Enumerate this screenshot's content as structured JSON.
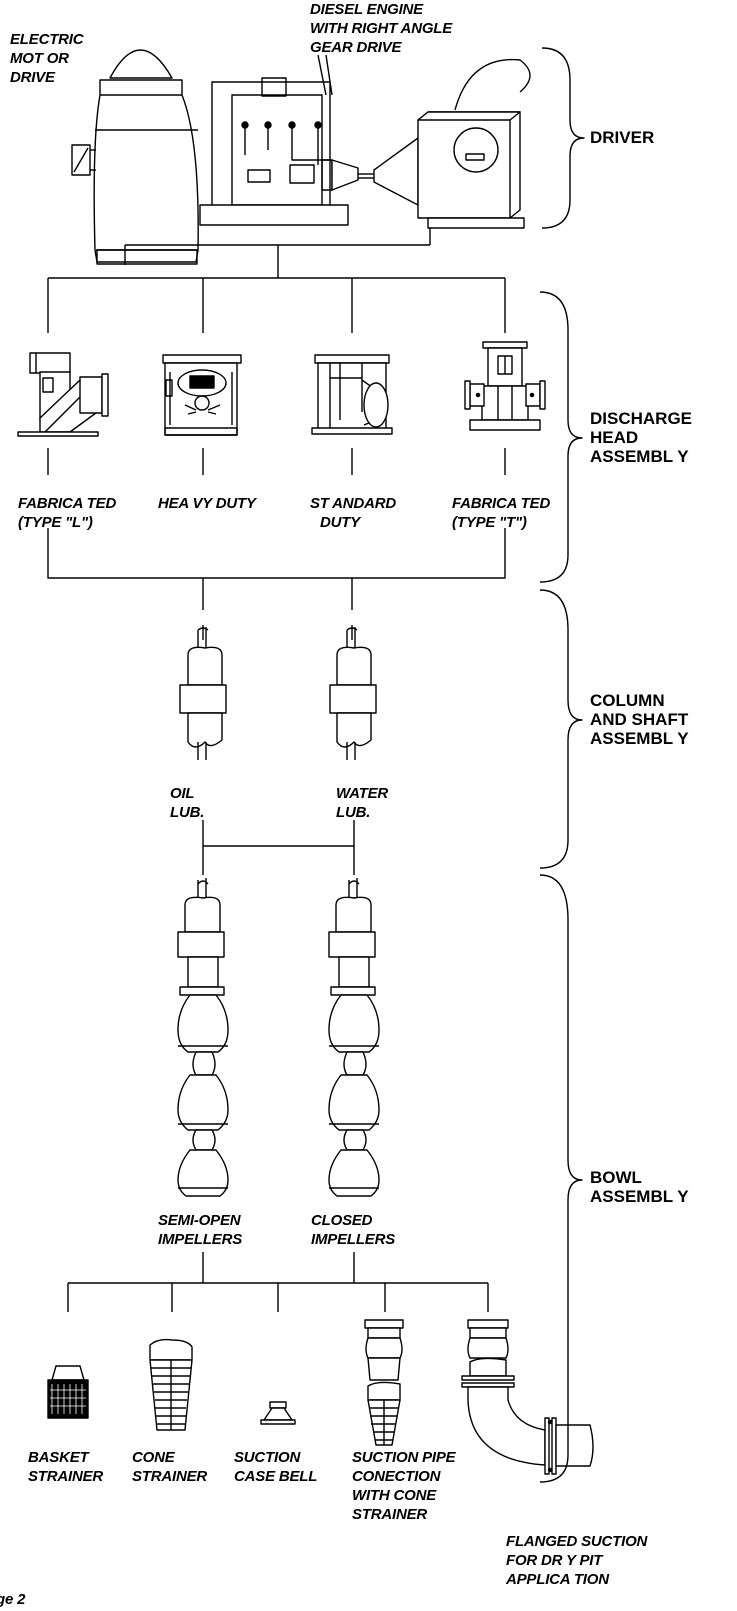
{
  "drivers": {
    "electric": [
      "ELECTRIC",
      "MOT OR",
      "DRIVE"
    ],
    "diesel": [
      "DIESEL  ENGINE",
      "WITH  RIGHT  ANGLE",
      "GEAR  DRIVE"
    ]
  },
  "discharge_heads": {
    "fab_l": [
      "FABRICA TED",
      "(TYPE  \"L\")"
    ],
    "heavy": [
      "HEA VY  DUTY"
    ],
    "standard": [
      "ST ANDARD",
      "DUTY"
    ],
    "fab_t": [
      "FABRICA TED",
      "(TYPE  \"T\")"
    ]
  },
  "column": {
    "oil": [
      "OIL",
      "LUB."
    ],
    "water": [
      "WATER",
      "LUB."
    ]
  },
  "bowl": {
    "semi": [
      "SEMI-OPEN",
      "IMPELLERS"
    ],
    "closed": [
      "CLOSED",
      "IMPELLERS"
    ]
  },
  "suction": {
    "basket": [
      "BASKET",
      "STRAINER"
    ],
    "cone": [
      "CONE",
      "STRAINER"
    ],
    "bell": [
      "SUCTION",
      "CASE  BELL"
    ],
    "pipe": [
      "SUCTION  PIPE",
      "CONECTION",
      "WITH  CONE",
      "STRAINER"
    ],
    "flanged": [
      "FLANGED  SUCTION",
      "FOR  DR Y PIT",
      "APPLICA  TION"
    ]
  },
  "sections": {
    "driver": [
      "DRIVER"
    ],
    "discharge": [
      "DISCHARGE",
      "HEAD",
      "ASSEMBL   Y"
    ],
    "column": [
      "COLUMN",
      "AND  SHAFT",
      "ASSEMBL   Y"
    ],
    "bowl": [
      "BOWL",
      "ASSEMBL   Y"
    ]
  },
  "page": [
    "ge  2"
  ]
}
